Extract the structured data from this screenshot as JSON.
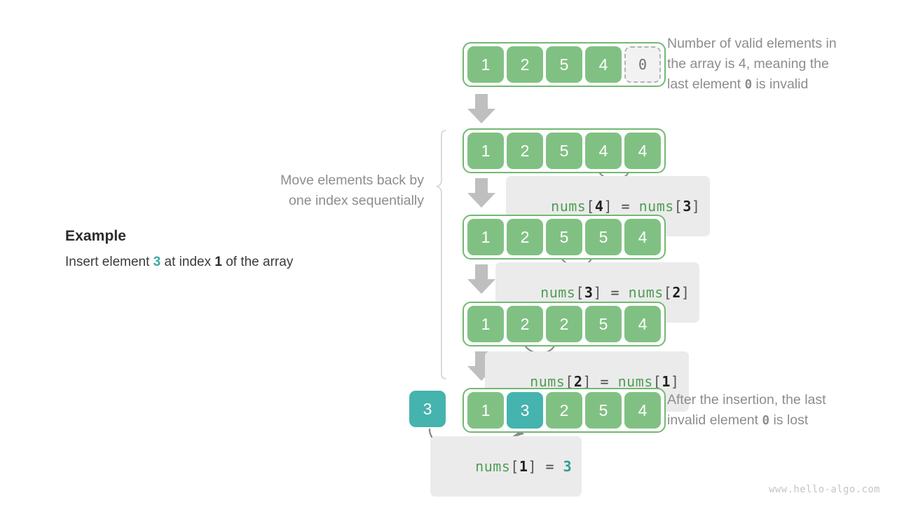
{
  "example": {
    "title": "Example",
    "desc_pre": "Insert element ",
    "desc_value": "3",
    "desc_mid": " at index ",
    "desc_index": "1",
    "desc_post": " of the array"
  },
  "notes": {
    "top_line1": "Number of valid elements in",
    "top_line2_pre": "the array is 4, meaning the",
    "top_line3_pre": "last element ",
    "top_line3_mono": "0",
    "top_line3_post": " is invalid",
    "move_line1": "Move elements back by",
    "move_line2": "one index sequentially",
    "bottom_line1": "After the insertion, the last",
    "bottom_line2_pre": "invalid element ",
    "bottom_line2_mono": "0",
    "bottom_line2_post": " is lost"
  },
  "arrays": {
    "row1": {
      "cells": [
        "1",
        "2",
        "5",
        "4",
        "0"
      ],
      "invalid_index": 4,
      "highlight_index": -1
    },
    "row2": {
      "cells": [
        "1",
        "2",
        "5",
        "4",
        "4"
      ],
      "invalid_index": -1,
      "highlight_index": -1
    },
    "row3": {
      "cells": [
        "1",
        "2",
        "5",
        "5",
        "4"
      ],
      "invalid_index": -1,
      "highlight_index": -1
    },
    "row4": {
      "cells": [
        "1",
        "2",
        "2",
        "5",
        "4"
      ],
      "invalid_index": -1,
      "highlight_index": -1
    },
    "row5": {
      "cells": [
        "1",
        "3",
        "2",
        "5",
        "4"
      ],
      "invalid_index": -1,
      "highlight_index": 1
    }
  },
  "insert_box": {
    "value": "3"
  },
  "code_chips": {
    "chip1": {
      "lhs_id": "nums",
      "lhs_open": "[",
      "lhs_num": "4",
      "lhs_close": "]",
      "op": "=",
      "rhs_id": "nums",
      "rhs_open": "[",
      "rhs_num": "3",
      "rhs_close": "]"
    },
    "chip2": {
      "lhs_id": "nums",
      "lhs_open": "[",
      "lhs_num": "3",
      "lhs_close": "]",
      "op": "=",
      "rhs_id": "nums",
      "rhs_open": "[",
      "rhs_num": "2",
      "rhs_close": "]"
    },
    "chip3": {
      "lhs_id": "nums",
      "lhs_open": "[",
      "lhs_num": "2",
      "lhs_close": "]",
      "op": "=",
      "rhs_id": "nums",
      "rhs_open": "[",
      "rhs_num": "1",
      "rhs_close": "]"
    },
    "chip4": {
      "lhs_id": "nums",
      "lhs_open": "[",
      "lhs_num": "1",
      "lhs_close": "]",
      "op": "=",
      "rhs_value": "3"
    }
  },
  "watermark": "www.hello-algo.com",
  "colors": {
    "green_fill": "#80c183",
    "green_border": "#72b972",
    "teal_fill": "#45b3ae",
    "teal_text": "#3cab9e",
    "gray_arrow": "#bfbfbf",
    "chip_bg": "#ebebeb",
    "note_text": "#8d8d8d",
    "invalid_fill": "#f2f2f2",
    "invalid_border": "#b4b4b4"
  }
}
